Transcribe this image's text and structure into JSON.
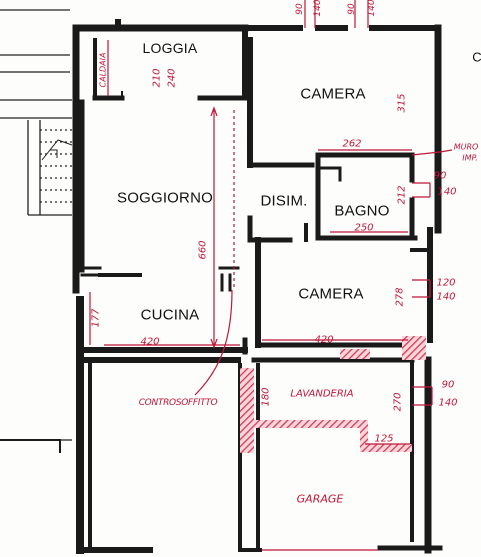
{
  "rooms": {
    "loggia": "LOGGIA",
    "camera_top": "CAMERA",
    "soggiorno": "SOGGIORNO",
    "disim": "DISIM.",
    "bagno": "BAGNO",
    "camera_mid": "CAMERA",
    "cucina": "CUCINA"
  },
  "annotations": {
    "caldaia": "CALDAIA",
    "loggia_h1": "210",
    "loggia_h2": "240",
    "top_1": "90",
    "top_1b": "140",
    "top_2": "90",
    "top_2b": "140",
    "camera_depth": "315",
    "width_262": "262",
    "muro": "MURO",
    "impianto": "IMP.",
    "bagno_90": "90",
    "bagno_140": "140",
    "bagno_212": "212",
    "bagno_250": "250",
    "soggiorno_660": "660",
    "camera_120": "120",
    "camera_140": "140",
    "camera_278": "278",
    "camera_420": "420",
    "cucina_177": "177",
    "cucina_420": "420",
    "controsoffitto": "CONTROSOFFITTO",
    "lav_180": "180",
    "lavanderia": "LAVANDERIA",
    "lav_270": "270",
    "lav_90": "90",
    "lav_140": "140",
    "lav_125": "125",
    "garage": "GARAGE",
    "edge_letter": "C"
  },
  "colors": {
    "wall": "#1a1a1a",
    "annotation": "#c0173a",
    "hatch": "#d4364f"
  }
}
